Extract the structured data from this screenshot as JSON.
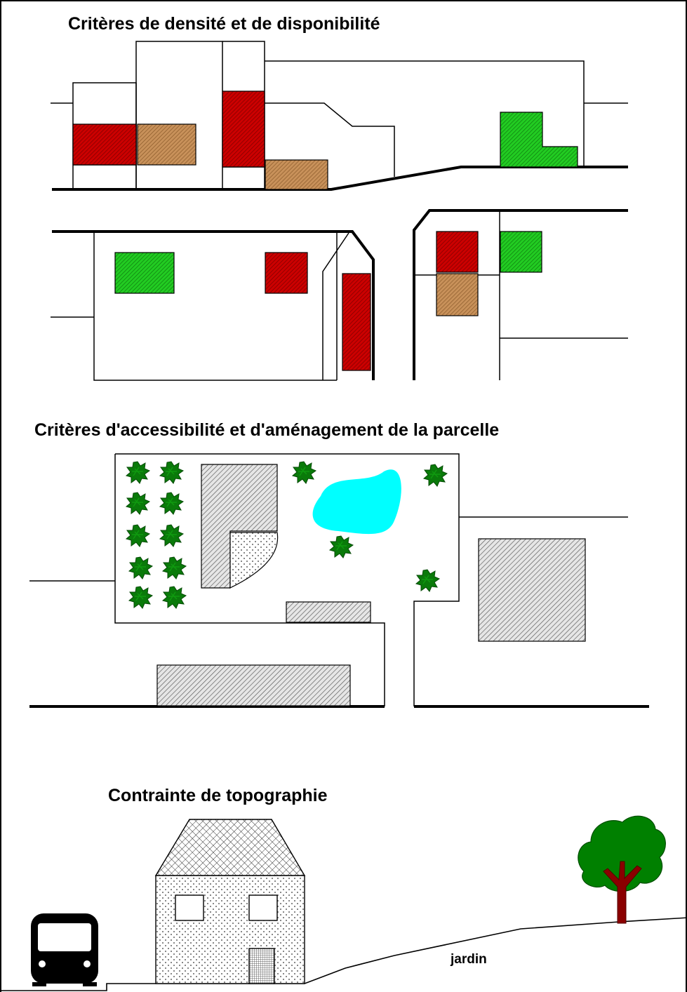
{
  "sections": {
    "density": {
      "title": "Critères de densité et de disponibilité"
    },
    "access": {
      "title": "Critères d'accessibilité et d'aménagement de la parcelle"
    },
    "topo": {
      "title": "Contrainte de topographie",
      "garden_label": "jardin"
    }
  },
  "legend_colors": {
    "red": "#cc0000",
    "tan": "#c8915a",
    "green": "#22cc22",
    "pond": "#00ffff",
    "bush": "#0a7a0a",
    "tree_foliage": "#008000",
    "tree_trunk": "#8b0000"
  },
  "icons": [
    "bus-icon",
    "house-icon",
    "tree-icon",
    "bush-icon",
    "pond-shape"
  ]
}
